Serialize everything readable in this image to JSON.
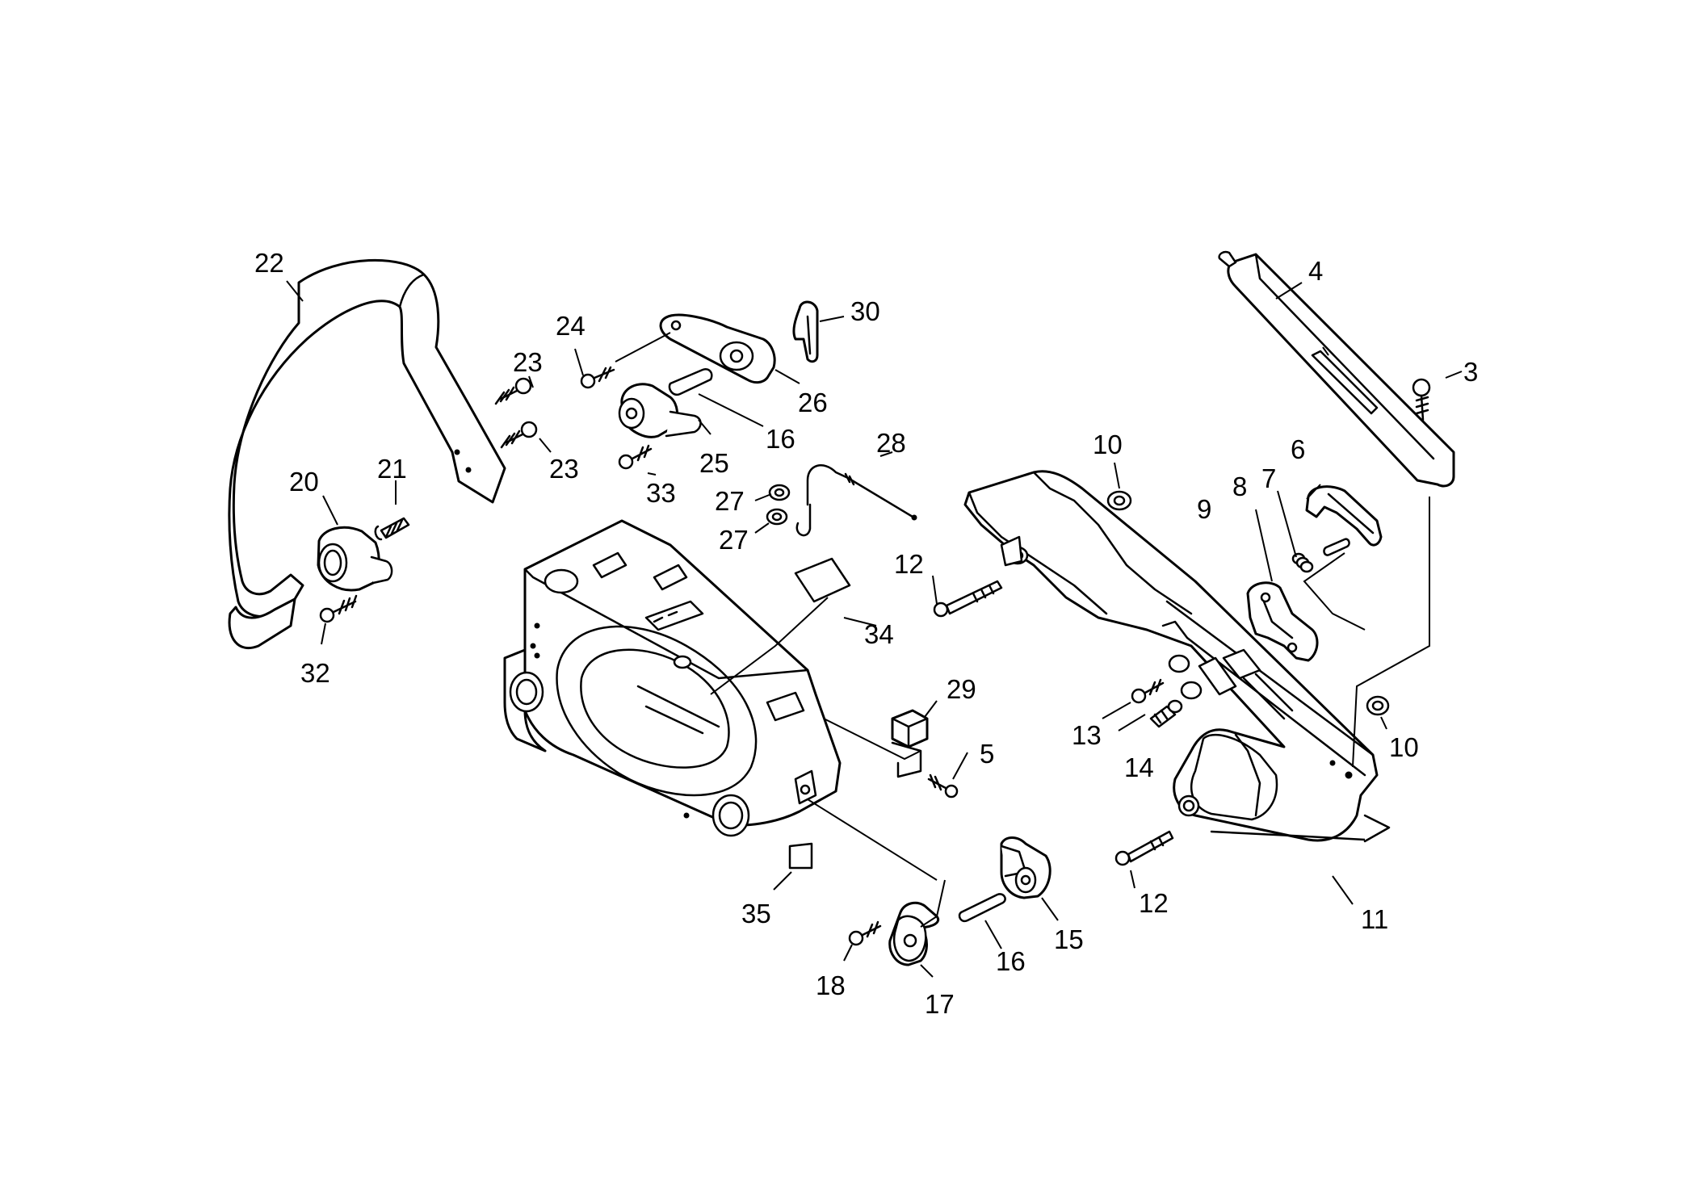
{
  "callouts": {
    "c22": "22",
    "c24": "24",
    "c30": "30",
    "c4": "4",
    "c3": "3",
    "c23a": "23",
    "c23b": "23",
    "c26": "26",
    "c16a": "16",
    "c25": "25",
    "c28": "28",
    "c10a": "10",
    "c6": "6",
    "c7": "7",
    "c8": "8",
    "c9": "9",
    "c20": "20",
    "c21": "21",
    "c33": "33",
    "c27a": "27",
    "c27b": "27",
    "c12a": "12",
    "c34": "34",
    "c32": "32",
    "c29": "29",
    "c5": "5",
    "c13": "13",
    "c14": "14",
    "c10b": "10",
    "c35": "35",
    "c12b": "12",
    "c11": "11",
    "c15": "15",
    "c16b": "16",
    "c17": "17",
    "c18": "18"
  }
}
